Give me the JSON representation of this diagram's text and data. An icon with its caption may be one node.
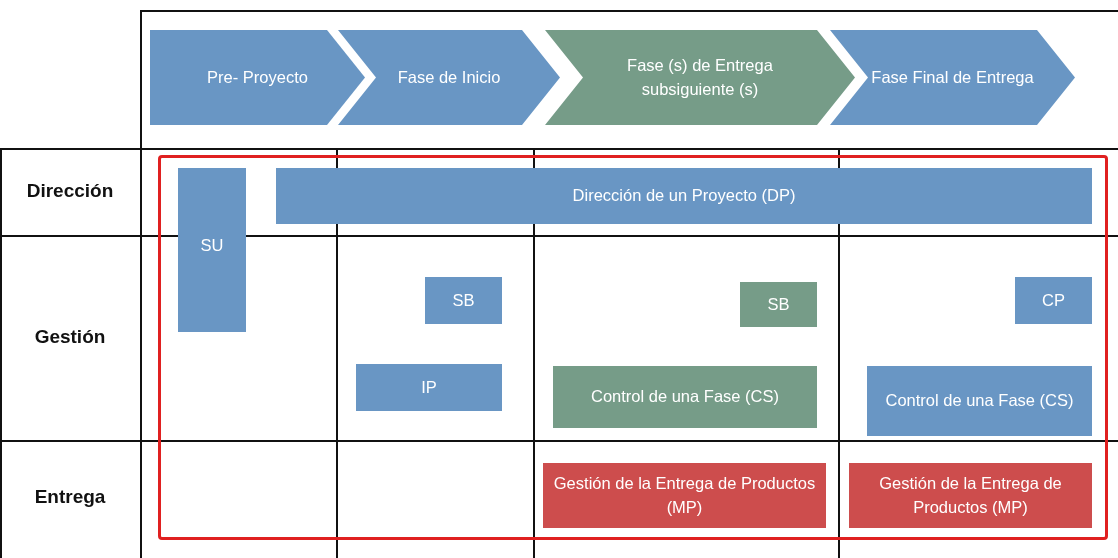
{
  "diagram": {
    "nodes": [
      {
        "text": [
          "Pre- Proyecto"
        ]
      },
      {
        "text": [
          "Fase de Inicio"
        ]
      },
      {
        "text": [
          "Fase (s) de Entrega subsiguiente (s)"
        ]
      },
      {
        "text": [
          "Fase Final de Entrega"
        ]
      },
      {
        "text": [],
        "shape": "box"
      },
      {
        "text": [
          "SU"
        ],
        "in": 4
      },
      {
        "text": [
          "Dirección de un Proyecto (DP)"
        ],
        "in": 4
      },
      {
        "text": [
          "SB"
        ],
        "in": 4
      },
      {
        "text": [
          "SB"
        ],
        "in": 4
      },
      {
        "text": [
          "CP"
        ],
        "in": 4
      },
      {
        "text": [
          "IP"
        ],
        "in": 4
      },
      {
        "text": [
          "Control de una Fase (CS)"
        ],
        "in": 4
      },
      {
        "text": [
          "Control de una Fase (CS)"
        ],
        "in": 4
      },
      {
        "text": [
          "Gestión de la Entrega de Productos (MP)"
        ],
        "in": 4
      },
      {
        "text": [
          "Gestión de la Entrega de Productos (MP)"
        ],
        "in": 4
      }
    ],
    "edges": [],
    "labels": [
      "Dirección",
      "Gestión",
      "Entrega"
    ]
  }
}
